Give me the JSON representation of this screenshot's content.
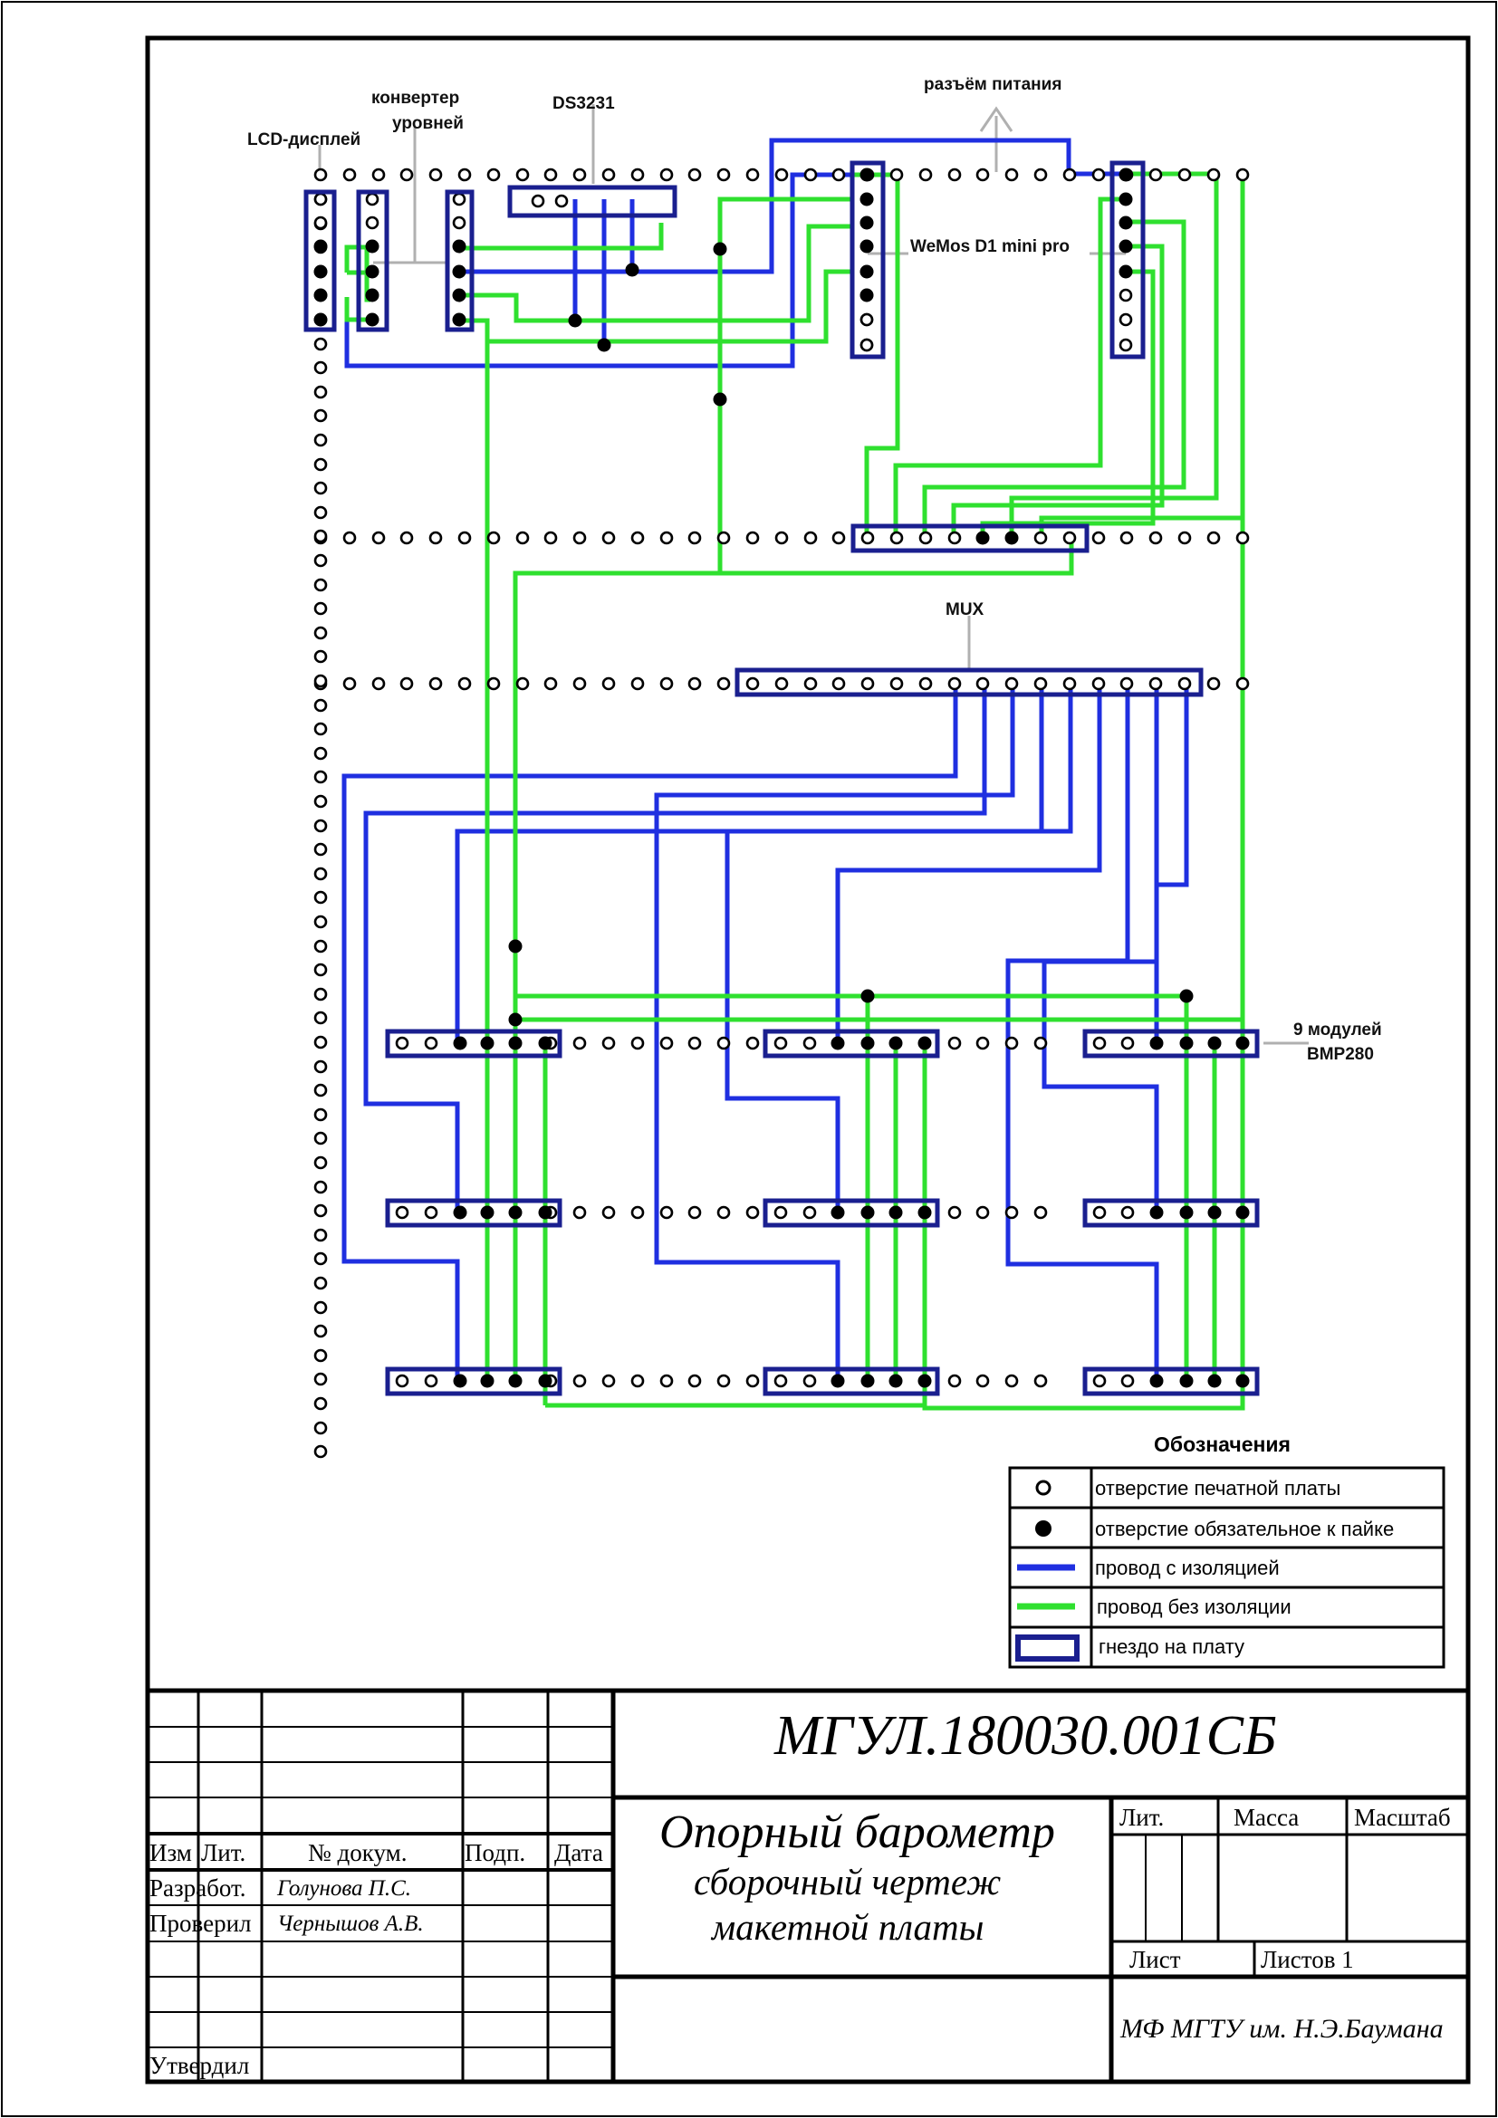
{
  "labels": {
    "lcd": "LCD-дисплей",
    "converter_line1": "конвертер",
    "converter_line2": "уровней",
    "ds3231": "DS3231",
    "power": "разъём питания",
    "wemos": "WeMos D1 mini pro",
    "mux": "MUX",
    "bmp_line1": "9 модулей",
    "bmp_line2": "BMP280"
  },
  "legend": {
    "title": "Обозначения",
    "items": [
      {
        "symbol": "open-hole-icon",
        "text": "отверстие печатной платы"
      },
      {
        "symbol": "solder-hole-icon",
        "text": "отверстие обязательное к пайке"
      },
      {
        "symbol": "blue-wire-icon",
        "text": "провод с изоляцией"
      },
      {
        "symbol": "green-wire-icon",
        "text": "провод без изоляции"
      },
      {
        "symbol": "socket-icon",
        "text": "гнездо на плату"
      }
    ]
  },
  "title_block": {
    "code": "МГУЛ.180030.001СБ",
    "title_line1": "Опорный барометр",
    "title_line2": "сборочный чертеж",
    "title_line3": "макетной платы",
    "organization": "МФ МГТУ им. Н.Э.Баумана",
    "headers": {
      "izm": "Изм",
      "lit": "Лит.",
      "dokum": "№ докум.",
      "podp": "Подп.",
      "data": "Дата"
    },
    "roles": {
      "razrabot": "Разработ.",
      "proveril": "Проверил",
      "utverdil": "Утвердил"
    },
    "people": {
      "developer": "Голунова П.С.",
      "checker": "Чернышов А.В."
    },
    "right_headers": {
      "lit": "Лит.",
      "massa": "Масса",
      "masshtab": "Масштаб",
      "list": "Лист",
      "listov": "Листов 1"
    }
  },
  "colors": {
    "socket": "#1a1f8f",
    "wire_insulated": "#1f2fe0",
    "wire_bare": "#2fe02f",
    "hole": "#000000",
    "leader": "#b0b0b0"
  }
}
